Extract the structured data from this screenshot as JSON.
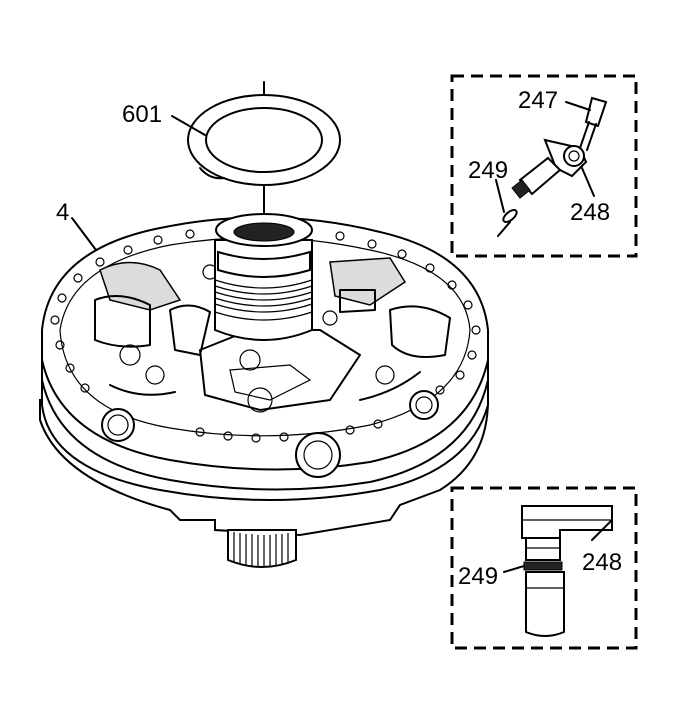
{
  "callouts": {
    "top_ring": "601",
    "pump_body": "4",
    "bolt": "247",
    "seal_top": "249",
    "sensor_top": "248",
    "sensor_bottom": "248",
    "seal_bottom": "249"
  }
}
